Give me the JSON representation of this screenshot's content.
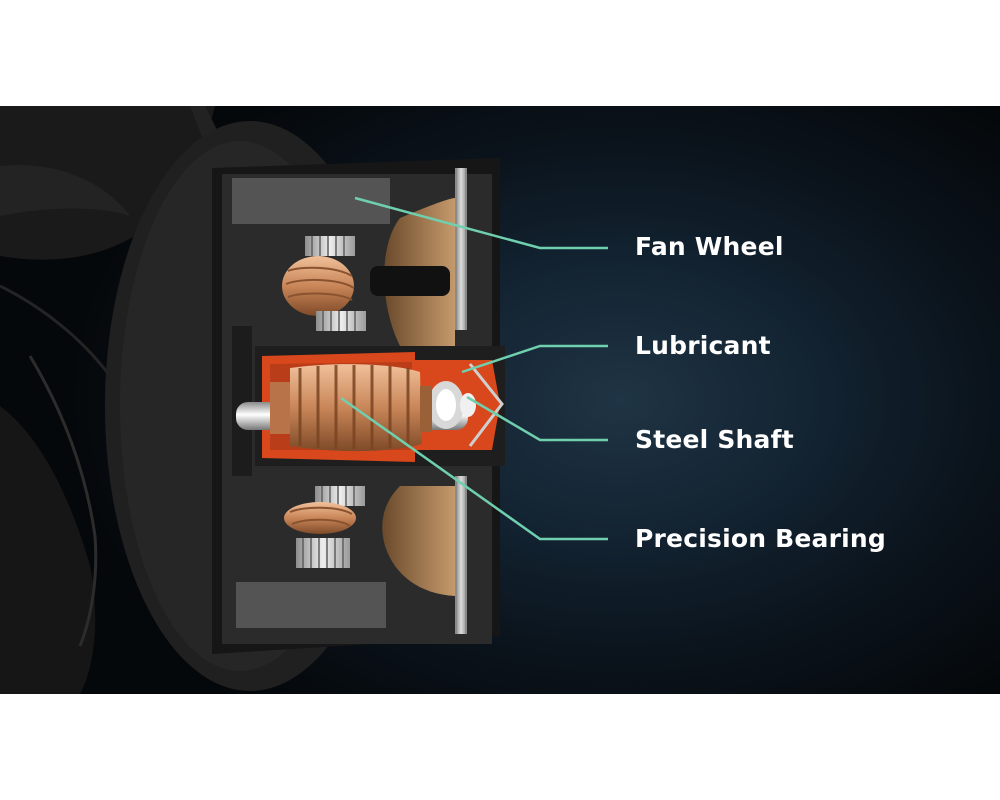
{
  "callouts": {
    "fan_wheel": "Fan Wheel",
    "lubricant": "Lubricant",
    "steel_shaft": "Steel Shaft",
    "precision_bearing": "Precision Bearing"
  },
  "colors": {
    "leader_line": "#6fcfae",
    "background_glow": "#1f3444",
    "housing": "#2b2b2b",
    "copper": "#c98658",
    "lubricant": "#d9481c"
  }
}
